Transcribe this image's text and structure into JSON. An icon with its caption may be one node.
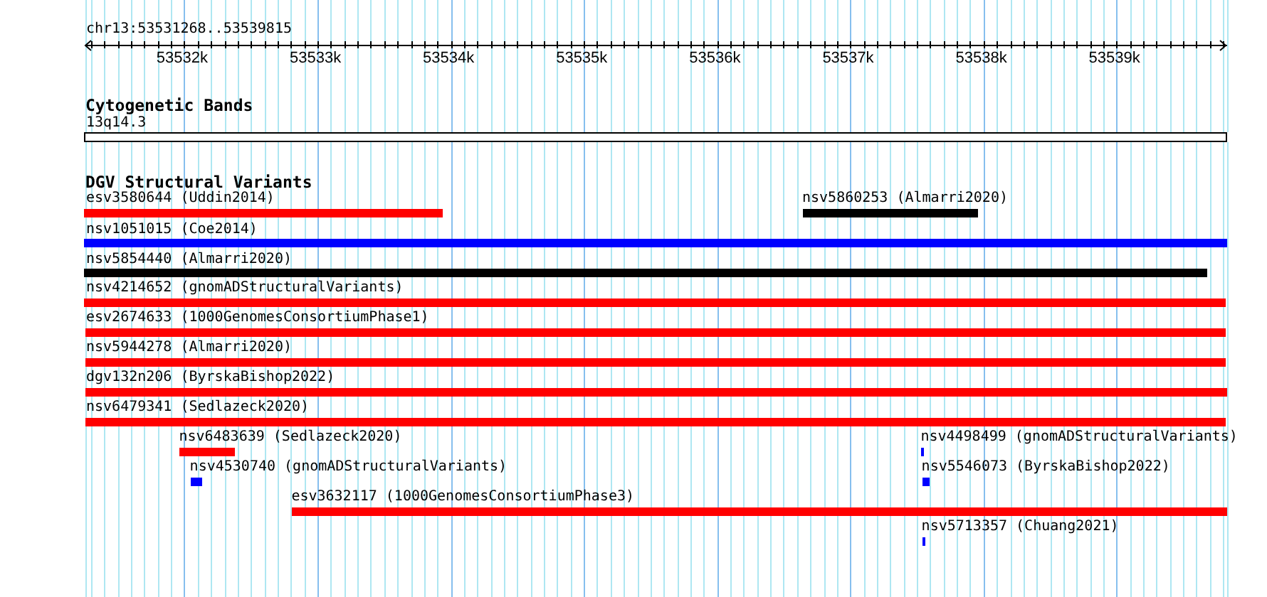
{
  "diagram": {
    "nodes": [
      {
        "text": [
          "13q14.3"
        ]
      },
      {
        "text": [
          "esv3580644 (Uddin2014)"
        ]
      },
      {
        "text": [
          "nsv5860253 (Almarri2020)"
        ]
      },
      {
        "text": [
          "nsv1051015 (Coe2014)"
        ]
      },
      {
        "text": [
          "nsv5854440 (Almarri2020)"
        ]
      },
      {
        "text": [
          "nsv4214652 (gnomADStructuralVariants)"
        ]
      },
      {
        "text": [
          "esv2674633 (1000GenomesConsortiumPhase1)"
        ]
      },
      {
        "text": [
          "nsv5944278 (Almarri2020)"
        ]
      },
      {
        "text": [
          "dgv132n206 (ByrskaBishop2022)"
        ]
      },
      {
        "text": [
          "nsv6479341 (Sedlazeck2020)"
        ]
      },
      {
        "text": [
          "nsv6483639 (Sedlazeck2020)"
        ]
      },
      {
        "text": [
          "nsv4498499 (gnomADStructuralVariants)"
        ]
      },
      {
        "text": [
          "nsv4530740 (gnomADStructuralVariants)"
        ]
      },
      {
        "text": [
          "nsv5546073 (ByrskaBishop2022)"
        ]
      },
      {
        "text": [
          "esv3632117 (1000GenomesConsortiumPhase3)"
        ]
      },
      {
        "text": [
          "nsv5713357 (Chuang2021)"
        ]
      }
    ],
    "labels": [
      "chr13:53531268..53539815",
      "53532k",
      "53533k",
      "53534k",
      "53535k",
      "53536k",
      "53537k",
      "53538k",
      "53539k",
      "Cytogenetic Bands",
      "DGV Structural Variants"
    ]
  }
}
